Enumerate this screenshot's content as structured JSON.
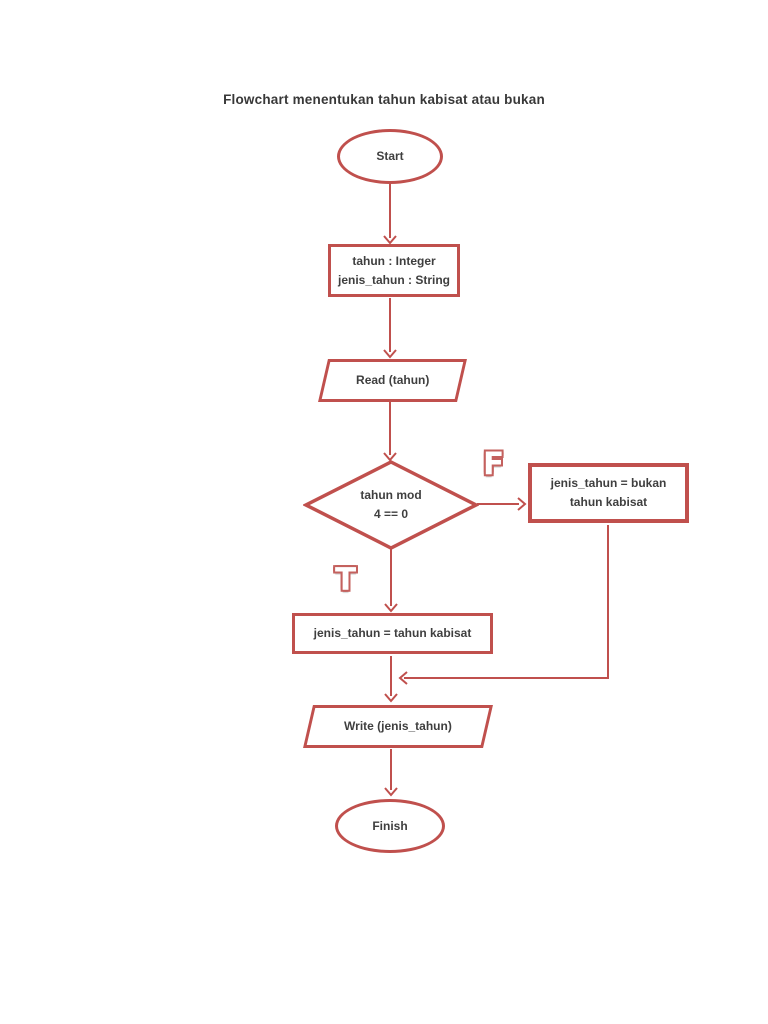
{
  "page": {
    "background_color": "#ffffff",
    "accent_color": "#c0504d",
    "text_color": "#3f3f3f"
  },
  "title": "Flowchart menentukan tahun kabisat atau bukan",
  "flowchart": {
    "nodes": {
      "start": {
        "type": "terminator",
        "label": "Start"
      },
      "declare": {
        "type": "process",
        "line1": "tahun : Integer",
        "line2": "jenis_tahun : String"
      },
      "read": {
        "type": "io",
        "label": "Read (tahun)"
      },
      "decision": {
        "type": "decision",
        "line1": "tahun mod",
        "line2": "4 == 0"
      },
      "false_branch": {
        "type": "process",
        "line1": "jenis_tahun = bukan",
        "line2": "tahun kabisat"
      },
      "true_branch": {
        "type": "process",
        "label": "jenis_tahun = tahun kabisat"
      },
      "write": {
        "type": "io",
        "label": "Write (jenis_tahun)"
      },
      "finish": {
        "type": "terminator",
        "label": "Finish"
      }
    },
    "edge_labels": {
      "false": "F",
      "true": "T"
    }
  }
}
